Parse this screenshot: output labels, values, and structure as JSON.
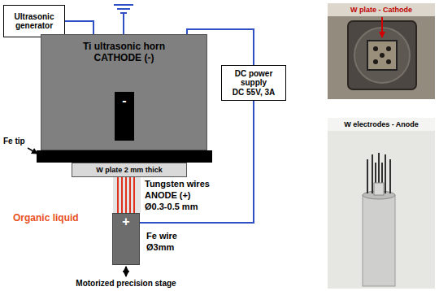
{
  "diagram": {
    "nodes": [
      {
        "text": [
          "Ultrasonic generator"
        ]
      },
      {
        "text": [
          "Ti ultrasonic horn",
          "CATHODE (-)"
        ]
      },
      {
        "text": [
          "-"
        ],
        "in": 1
      },
      {
        "text": [
          "W plate 2 mm thick"
        ]
      },
      {
        "text": [
          "DC power supply",
          "DC 55V, 3A"
        ]
      },
      {
        "text": [
          "+"
        ]
      },
      {
        "text": [
          "W plate - Cathode"
        ]
      },
      {
        "text": [
          "W electrodes - Anode"
        ]
      }
    ],
    "edges": [
      {
        "from": 0,
        "to": 1,
        "arrow": "none"
      },
      {
        "from": 4,
        "to": 1,
        "arrow": "none"
      },
      {
        "from": 4,
        "to": 5,
        "arrow": "none"
      }
    ],
    "labels": [
      "Fe tip",
      "Tungsten wires",
      "ANODE (+)",
      "Ø0.3-0.5 mm",
      "Organic liquid",
      "Fe wire",
      "Ø3mm",
      "Motorized precision stage"
    ]
  }
}
